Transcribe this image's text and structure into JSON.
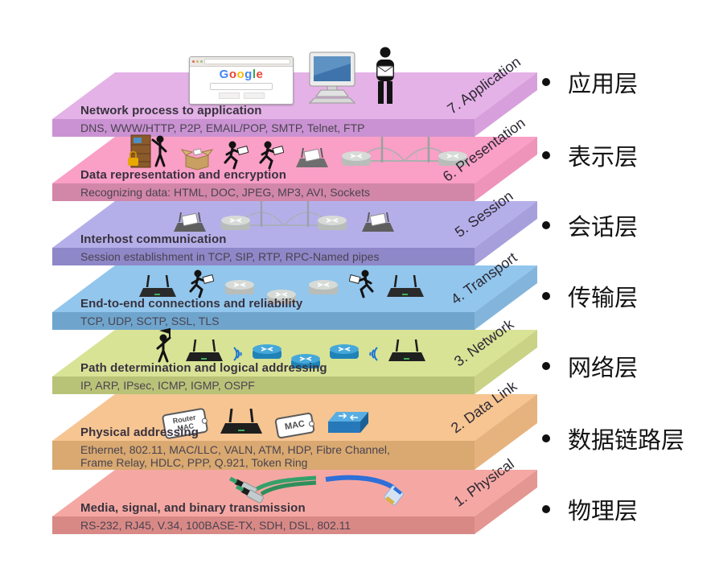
{
  "title": "OSI seven layer model diagram",
  "layers": [
    {
      "number_label": "7. Application",
      "zh_label": "应用层",
      "heading": "Network process to application",
      "protocol_lines": [
        "DNS, WWW/HTTP, P2P, EMAIL/POP, SMTP, Telnet, FTP"
      ],
      "colors": {
        "top": "#e4b2e6",
        "front": "#ca92d2",
        "side": "#d7a0dc"
      },
      "icons": [
        "browser-google-icon",
        "desktop-computer-icon",
        "person-envelope-icon"
      ]
    },
    {
      "number_label": "6. Presentation",
      "zh_label": "表示层",
      "heading": "Data representation and encryption",
      "protocol_lines": [
        "Recognizing data: HTML, DOC, JPEG, MP3, AVI, Sockets"
      ],
      "colors": {
        "top": "#fa9fc6",
        "front": "#d287a8",
        "side": "#ee93ba"
      },
      "icons": [
        "locked-cabinet-icon",
        "open-box-icon",
        "running-person-icon",
        "running-person-icon",
        "router-envelope-icon",
        "bridge-link-icon"
      ]
    },
    {
      "number_label": "5. Session",
      "zh_label": "会话层",
      "heading": "Interhost communication",
      "protocol_lines": [
        "Session establishment in TCP, SIP, RTP, RPC-Named pipes"
      ],
      "colors": {
        "top": "#b5afe9",
        "front": "#8e87c8",
        "side": "#a69fdc"
      },
      "icons": [
        "router-envelope-icon",
        "bridge-link-icon",
        "router-envelope-icon"
      ]
    },
    {
      "number_label": "4. Transport",
      "zh_label": "传输层",
      "heading": "End-to-end connections and reliability",
      "protocol_lines": [
        "TCP, UDP, SCTP, SSL, TLS"
      ],
      "colors": {
        "top": "#92c6ec",
        "front": "#6fa5cd",
        "side": "#83b5dc"
      },
      "icons": [
        "wifi-router-icon",
        "running-person-icon",
        "router-cylinder-gray-icon",
        "router-cylinder-gray-icon",
        "router-cylinder-gray-icon",
        "running-person-icon",
        "wifi-router-icon"
      ]
    },
    {
      "number_label": "3. Network",
      "zh_label": "网络层",
      "heading": "Path determination and logical addressing",
      "protocol_lines": [
        "IP, ARP, IPsec, ICMP, IGMP, OSPF"
      ],
      "colors": {
        "top": "#d8e396",
        "front": "#b9c378",
        "side": "#cad285"
      },
      "icons": [
        "flag-person-icon",
        "wifi-router-icon",
        "wifi-waves-icon",
        "router-cylinder-blue-icon",
        "router-cylinder-blue-icon",
        "router-cylinder-blue-icon",
        "wifi-waves-icon",
        "wifi-router-icon"
      ]
    },
    {
      "number_label": "2. Data Link",
      "zh_label": "数据链路层",
      "heading": "Physical addressing",
      "protocol_lines": [
        "Ethernet, 802.11, MAC/LLC, VALN, ATM, HDP, Fibre Channel,",
        "Frame Relay, HDLC,  PPP, Q.921, Token Ring"
      ],
      "colors": {
        "top": "#f6c592",
        "front": "#d9a971",
        "side": "#e6b37e"
      },
      "icons": [
        "router-mac-tag-icon",
        "wifi-router-icon",
        "mac-tag-icon",
        "network-switch-icon"
      ]
    },
    {
      "number_label": "1. Physical",
      "zh_label": "物理层",
      "heading": "Media, signal, and binary transmission",
      "protocol_lines": [
        "RS-232, RJ45, V.34, 100BASE-TX, SDH, DSL, 802.11"
      ],
      "colors": {
        "top": "#f5a8a3",
        "front": "#d88986",
        "side": "#e49692"
      },
      "icons": [
        "fiber-cable-icon",
        "ethernet-cable-icon"
      ]
    }
  ],
  "icons": {
    "google": {
      "letters": [
        "G",
        "o",
        "o",
        "g",
        "l",
        "e"
      ],
      "colors": [
        "#4285F4",
        "#EA4335",
        "#FBBC05",
        "#4285F4",
        "#34A853",
        "#EA4335"
      ]
    },
    "tags": {
      "router_mac": "Router MAC",
      "mac": "MAC"
    }
  }
}
